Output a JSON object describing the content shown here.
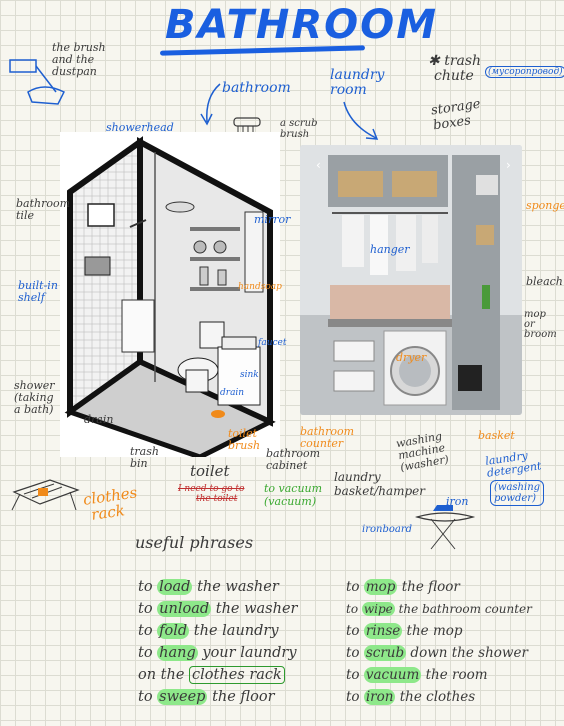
{
  "title": "BATHROOM",
  "header_labels": {
    "brush_dustpan": [
      "the brush",
      "and the",
      "dustpan"
    ],
    "bathroom": "bathroom",
    "laundry_room": [
      "laundry",
      "room"
    ],
    "trash_chute": [
      "trash",
      "chute"
    ],
    "trash_chute_ru": "(мусоропровод)",
    "scrub_brush": [
      "a scrub",
      "brush"
    ]
  },
  "bathroom_labels": {
    "showerhead": "showerhead",
    "bathroom_tile": [
      "bathroom",
      "tile"
    ],
    "built_in_shelf": [
      "built-in",
      "shelf"
    ],
    "mirror": "mirror",
    "hand_soap": "handsoap",
    "faucet": "faucet",
    "sink": "sink",
    "drain_side": "drain",
    "shower": [
      "shower",
      "(taking",
      "a bath)"
    ],
    "drain": "drain",
    "toilet_brush": [
      "toilet",
      "brush"
    ],
    "bathroom_counter": [
      "bathroom",
      "counter"
    ],
    "trash_bin": [
      "trash",
      "bin"
    ],
    "toilet": "toilet",
    "toilet_struck": [
      "I need to go to",
      "the toilet"
    ],
    "bathroom_cabinet": [
      "bathroom",
      "cabinet"
    ]
  },
  "laundry_labels": {
    "storage_boxes": [
      "storage",
      "boxes"
    ],
    "sponge": "sponge",
    "hanger": "hanger",
    "bleach": "bleach",
    "mop_or_broom": [
      "mop",
      "or",
      "broom"
    ],
    "dryer": "dryer",
    "basket": "basket",
    "washing_machine": [
      "washing",
      "machine",
      "(washer)"
    ],
    "laundry_basket": "laundry",
    "basket_hamper": "basket/hamper",
    "laundry_detergent": [
      "laundry",
      "detergent"
    ],
    "washing_powder": [
      "(washing",
      "powder)"
    ]
  },
  "bottom_labels": {
    "clothes_rack": [
      "clothes",
      "rack"
    ],
    "to_vacuum": "to vacuum",
    "vacuum": "(vacuum)",
    "iron": "iron",
    "ironboard": "ironboard"
  },
  "useful_phrases": {
    "heading": "useful phrases",
    "left": [
      {
        "pre": "to ",
        "verb": "load",
        "post": " the washer"
      },
      {
        "pre": "to ",
        "verb": "unload",
        "post": " the washer"
      },
      {
        "pre": "to ",
        "verb": "fold",
        "post": " the laundry"
      },
      {
        "pre": "to ",
        "verb": "hang",
        "post": " your laundry"
      },
      {
        "pre": "on the ",
        "verb": "clothes rack",
        "post": ""
      },
      {
        "pre": "to ",
        "verb": "sweep",
        "post": " the floor"
      }
    ],
    "right": [
      {
        "pre": "to ",
        "verb": "mop",
        "post": " the floor"
      },
      {
        "pre": "to ",
        "verb": "wipe",
        "post": " the bathroom counter"
      },
      {
        "pre": "to ",
        "verb": "rinse",
        "post": " the mop"
      },
      {
        "pre": "to ",
        "verb": "scrub",
        "post": " down the shower"
      },
      {
        "pre": "to ",
        "verb": "vacuum",
        "post": " the room"
      },
      {
        "pre": "to ",
        "verb": "iron",
        "post": " the clothes"
      }
    ]
  },
  "colors": {
    "title": "#1a5fe0",
    "ink_blue": "#1e5fd0",
    "ink_orange": "#f08a1a",
    "ink_green": "#3aa830",
    "highlight": "#8ee88a"
  }
}
